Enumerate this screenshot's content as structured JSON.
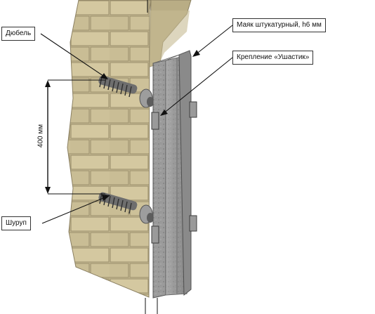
{
  "labels": {
    "dowel": "Дюбель",
    "screw": "Шуруп",
    "beacon": "Маяк штукатурный, h6 мм",
    "clip": "Крепление «Ушастик»",
    "dimension": "400 мм"
  },
  "colors": {
    "brick": "#cfc39b",
    "brick_dark": "#b7aa82",
    "mortar": "#a89c74",
    "metal": "#9a9a9a",
    "metal_dark": "#6e6e6e",
    "line": "#111111"
  }
}
